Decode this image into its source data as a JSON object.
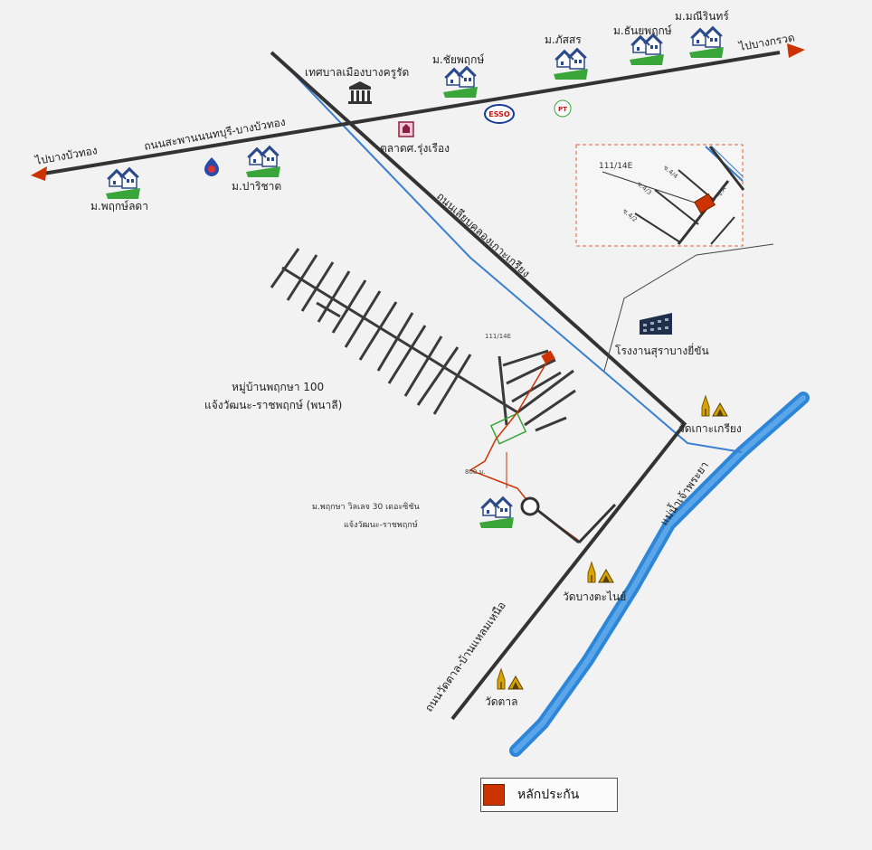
{
  "map": {
    "labels": {
      "to_bang_bua_thong": "ไปบางบัวทอง",
      "to_bang_kruai": "ไปบางกรวด",
      "main_road": "ถนนสะพานนนทบุรี-บางบัวทอง",
      "municipality": "เทศบาลเมืองบางครูรัด",
      "market": "ตลาดศ.รุ่งเรือง",
      "river_road": "ถนนเลียบคลองเกาะเกรียง",
      "wat_road": "ถนนวัดตาล-บ้านแหลมเหนือ",
      "river": "แม่น้ำเจ้าพระยา",
      "factory": "โรงงานสุราบางยี่ขัน",
      "village_pruksa_100_l1": "หมู่บ้านพฤกษา 100",
      "village_pruksa_100_l2": "แจ้งวัฒนะ-ราชพฤกษ์ (พนาลี)",
      "village_pruksa_30_l1": "ม.พฤกษา วิลเลจ 30 เดอะซิชัน",
      "village_pruksa_30_l2": "แจ้งวัฒนะ-ราชพฤกษ์",
      "inset_plot": "111/14E",
      "inset_soi_4_4": "ซ.4/4",
      "inset_soi_4_3": "ซ.4/3",
      "inset_soi_4_2": "ซ.4/2",
      "inset_soi_a": "ซ.A",
      "plot_small": "111/14E",
      "distance": "800 ม."
    },
    "villages": {
      "chaiyaphruek": "ม.ชัยพฤกษ์",
      "phatsorn": "ม.ภัสสร",
      "thanyaphruek": "ม.ธันยพฤกษ์",
      "maneerin": "ม.มณีรินทร์",
      "parichat": "ม.ปาริชาต",
      "pruklada": "ม.พฤกษ์ลดา"
    },
    "temples": {
      "wat_koh_kriang": "วัดเกาะเกรียง",
      "wat_bang_phai": "วัดบางตะไนย์",
      "wat_tan": "วัดตาล"
    },
    "brands": {
      "esso": "ESSO",
      "pt": "PT"
    },
    "colors": {
      "road": "#333333",
      "canal": "#3a7fd0",
      "river": "#2e86d8",
      "route": "#cc3300",
      "inset_border": "#e06030",
      "house_green": "#3aa63a",
      "temple_gold": "#d9a400"
    }
  },
  "legend": {
    "text": "หลักประกัน",
    "swatch_color": "#cc3300"
  }
}
